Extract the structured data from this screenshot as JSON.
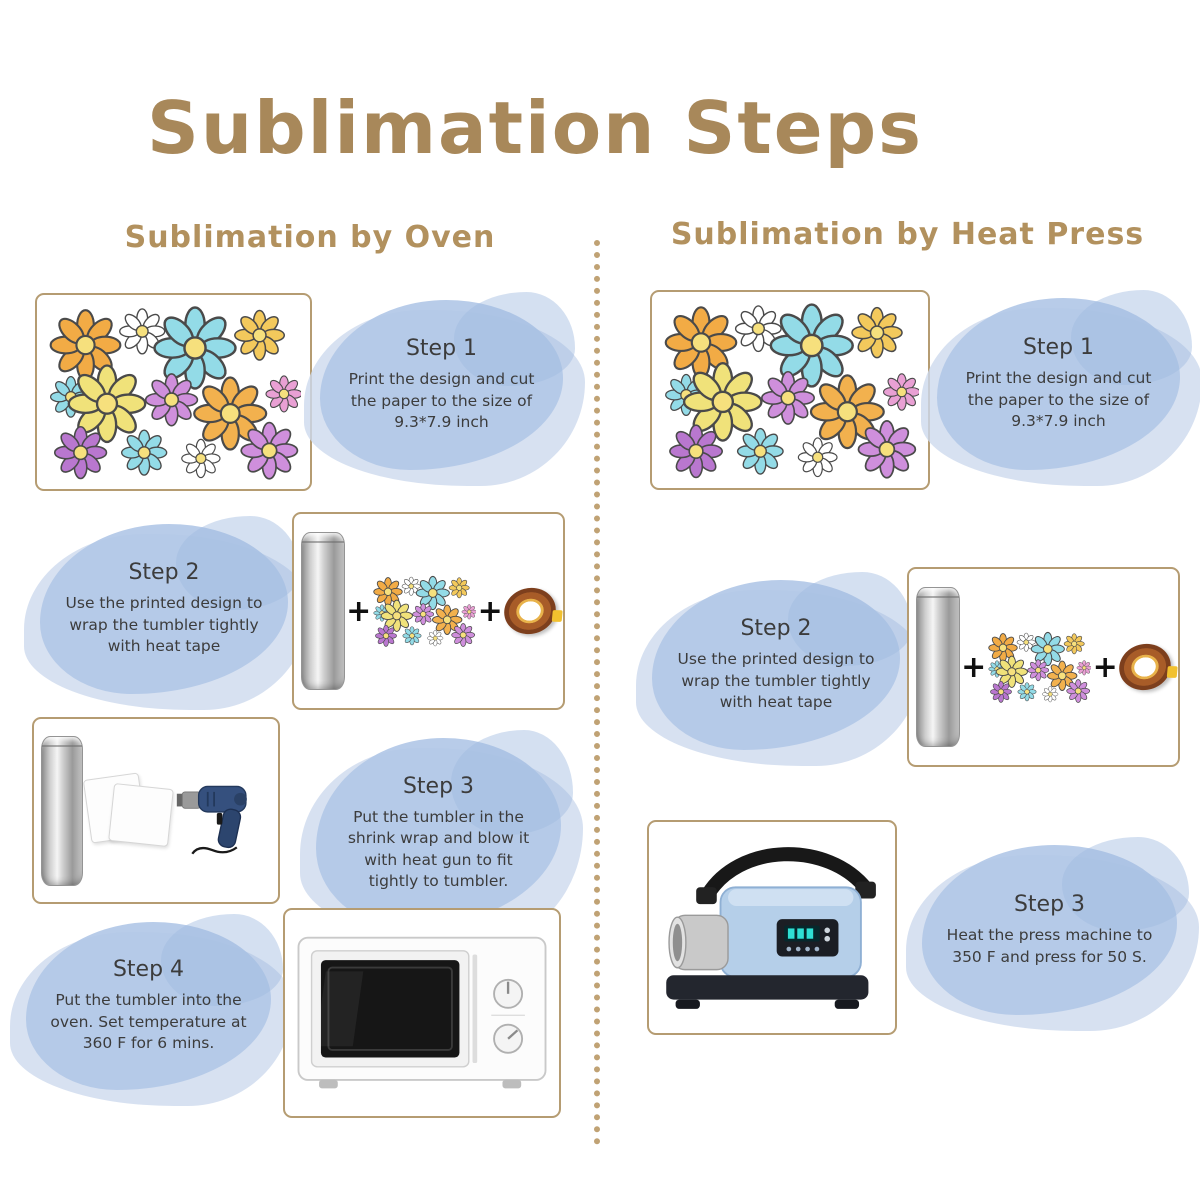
{
  "title": "Sublimation Steps",
  "columns": {
    "oven": {
      "header": "Sublimation by Oven",
      "steps": [
        {
          "label": "Step 1",
          "text": "Print the design and cut the paper to the size of 9.3*7.9 inch"
        },
        {
          "label": "Step 2",
          "text": "Use the printed design to wrap the tumbler tightly with heat tape"
        },
        {
          "label": "Step 3",
          "text": "Put the tumbler in the shrink wrap and blow it with heat gun to fit tightly to tumbler."
        },
        {
          "label": "Step 4",
          "text": "Put the tumbler into the oven. Set temperature at 360 F for 6 mins."
        }
      ]
    },
    "heat_press": {
      "header": "Sublimation by Heat Press",
      "steps": [
        {
          "label": "Step 1",
          "text": "Print the design and cut the paper to the size of 9.3*7.9 inch"
        },
        {
          "label": "Step 2",
          "text": "Use the printed design to wrap the tumbler tightly with heat tape"
        },
        {
          "label": "Step 3",
          "text": "Heat the press machine to 350 F and press for 50 S."
        }
      ]
    }
  },
  "symbols": {
    "plus": "+"
  },
  "colors": {
    "accent_tan": "#a8885a",
    "box_border": "#b59c72",
    "blob_blue": "#b2c8e7",
    "text_dark": "#3c3c3c"
  }
}
